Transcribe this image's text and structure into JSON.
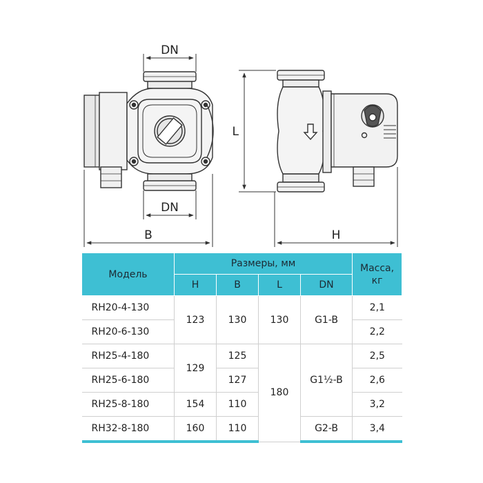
{
  "drawing": {
    "front_labels": {
      "dn_top": "DN",
      "dn_bottom": "DN",
      "width": "B"
    },
    "side_labels": {
      "length": "L",
      "height": "H"
    }
  },
  "table": {
    "headers": {
      "model": "Модель",
      "dimensions": "Размеры, мм",
      "mass_line1": "Масса,",
      "mass_line2": "кг",
      "h": "H",
      "b": "B",
      "l": "L",
      "dn": "DN"
    },
    "rows": [
      {
        "model": "RH20-4-130",
        "h": "123",
        "b": "130",
        "l": "130",
        "dn": "G1-B",
        "mass": "2,1"
      },
      {
        "model": "RH20-6-130",
        "h": "123",
        "b": "130",
        "l": "130",
        "dn": "G1-B",
        "mass": "2,2"
      },
      {
        "model": "RH25-4-180",
        "h": "129",
        "b": "125",
        "l": "180",
        "dn": "G1½-B",
        "mass": "2,5"
      },
      {
        "model": "RH25-6-180",
        "h": "129",
        "b": "127",
        "l": "180",
        "dn": "G1½-B",
        "mass": "2,6"
      },
      {
        "model": "RH25-8-180",
        "h": "154",
        "b": "110",
        "l": "180",
        "dn": "G1½-B",
        "mass": "3,2"
      },
      {
        "model": "RH32-8-180",
        "h": "160",
        "b": "110",
        "l": "180",
        "dn": "G2-B",
        "mass": "3,4"
      }
    ]
  },
  "colors": {
    "header_bg": "#3ebfd3",
    "line": "#333333"
  }
}
